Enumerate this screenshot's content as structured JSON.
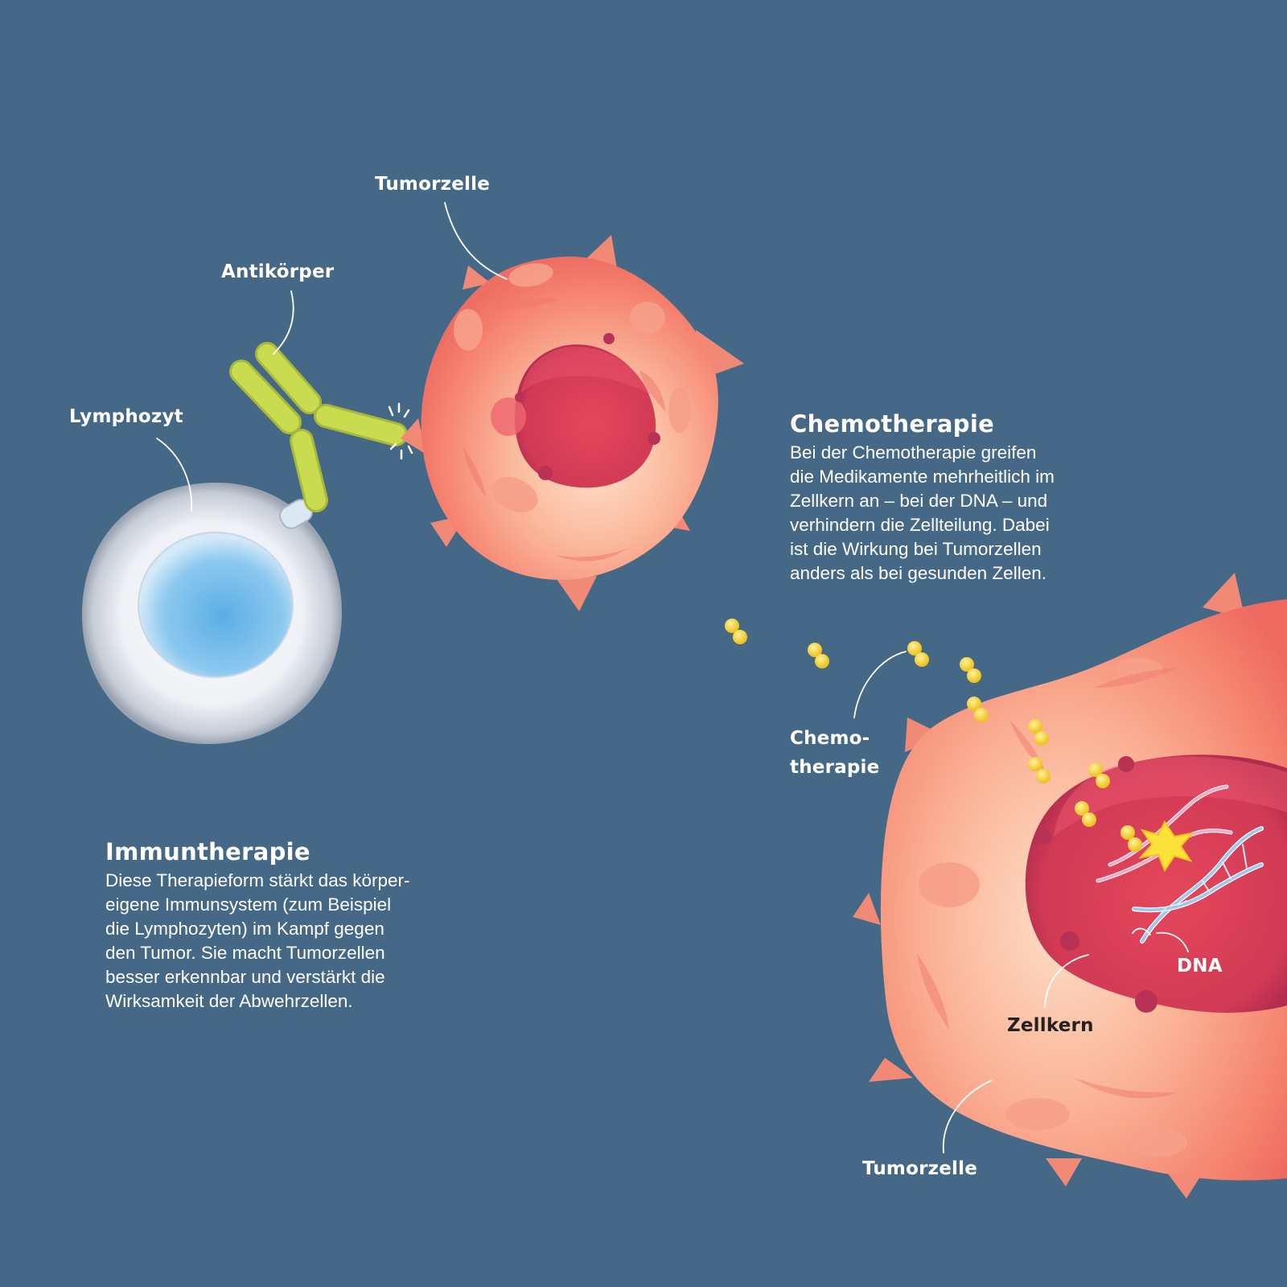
{
  "labels": {
    "tumorzelle_top": "Tumorzelle",
    "antikoerper": "Antikörper",
    "lymphozyt": "Lymphozyt",
    "chemo_drug": "Chemo-\ntherapie",
    "dna": "DNA",
    "zellkern": "Zellkern",
    "tumorzelle_bottom": "Tumorzelle"
  },
  "chemotherapie": {
    "title": "Chemotherapie",
    "body": "Bei der Chemotherapie greifen\ndie Medikamente mehrheitlich im\nZellkern an – bei der DNA – und\nverhindern die Zellteilung. Dabei\nist die Wirkung bei Tumorzellen\nanders als bei gesunden Zellen."
  },
  "immuntherapie": {
    "title": "Immuntherapie",
    "body": "Diese Therapieform stärkt das körper-\neigene Immunsystem (zum Beispiel\ndie Lymphozyten) im Kampf gegen\nden Tumor. Sie macht Tumorzellen\nbesser erkennbar und verstärkt die\nWirksamkeit der Abwehrzellen."
  },
  "colors": {
    "background": "#456887",
    "tumor_cell": "#f6967f",
    "nucleus": "#d93a52",
    "antibody": "#c6d84a",
    "chemo_particle": "#f2d22a",
    "lymphocyte_nucleus": "#5aaee6"
  }
}
